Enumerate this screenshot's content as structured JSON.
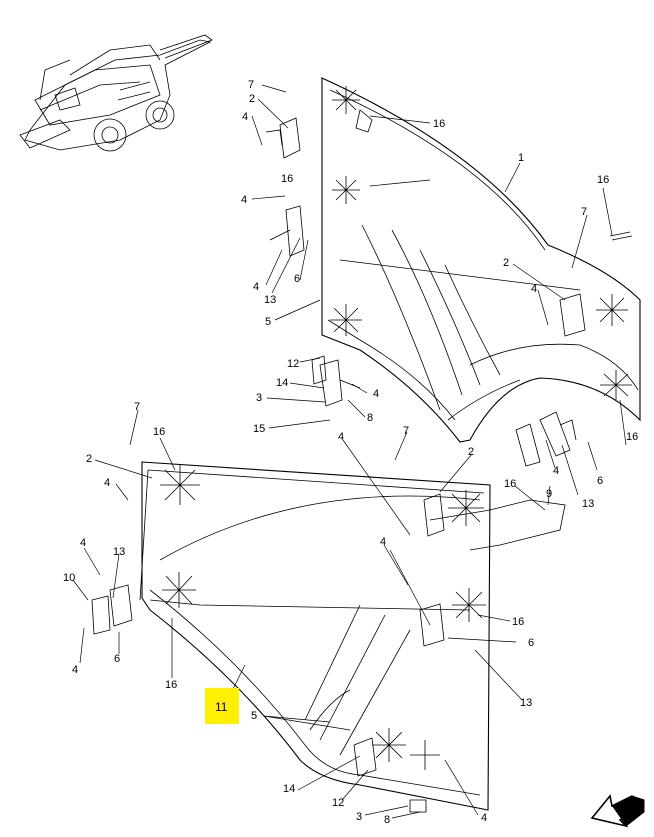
{
  "callouts": {
    "upper_panel": [
      "7",
      "2",
      "4",
      "16",
      "1",
      "16",
      "4",
      "7",
      "16",
      "4",
      "13",
      "6",
      "5",
      "2",
      "4",
      "12",
      "14",
      "4",
      "3",
      "8",
      "15",
      "16"
    ],
    "lower_panel": [
      "7",
      "16",
      "2",
      "4",
      "7",
      "4",
      "2",
      "4",
      "13",
      "10",
      "4",
      "6",
      "16",
      "16",
      "6",
      "13",
      "5",
      "11",
      "14",
      "12",
      "3",
      "8",
      "4",
      "9",
      "16",
      "13",
      "6",
      "4"
    ]
  },
  "labels": {
    "u_7a": "7",
    "u_2a": "2",
    "u_4a": "4",
    "u_16a": "16",
    "u_1": "1",
    "u_16b": "16",
    "u_4b": "4",
    "u_7b": "7",
    "u_16c": "16",
    "u_4c": "4",
    "u_13": "13",
    "u_6": "6",
    "u_5": "5",
    "u_2b": "2",
    "u_4d": "4",
    "u_12": "12",
    "u_14": "14",
    "u_4e": "4",
    "u_3": "3",
    "u_8": "8",
    "u_15": "15",
    "u_16d": "16",
    "u_4f": "4",
    "u_13b": "13",
    "u_6b": "6",
    "u_9": "9",
    "u_16e": "16",
    "l_7a": "7",
    "l_16a": "16",
    "l_2a": "2",
    "l_4a": "4",
    "l_7b": "7",
    "l_4b": "4",
    "l_2b": "2",
    "l_4c": "4",
    "l_13a": "13",
    "l_10": "10",
    "l_4d": "4",
    "l_6a": "6",
    "l_16b": "16",
    "l_4e": "4",
    "l_16c": "16",
    "l_6b": "6",
    "l_13b": "13",
    "l_5": "5",
    "l_11": "11",
    "l_14": "14",
    "l_12": "12",
    "l_3": "3",
    "l_8": "8",
    "l_4f": "4"
  },
  "highlight": {
    "label": "11",
    "color": "#ffef00"
  },
  "icons": {
    "thumbnail": "combine-harvester-thumbnail-icon",
    "direction": "direction-arrow-icon"
  }
}
